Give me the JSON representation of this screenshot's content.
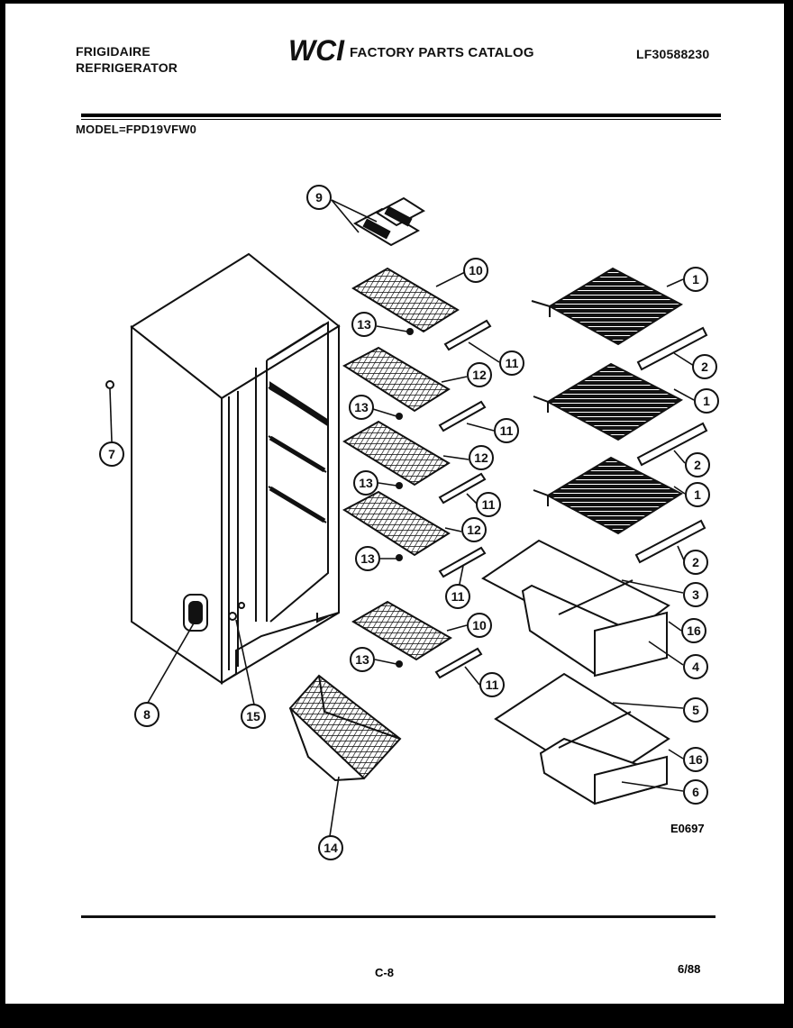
{
  "header": {
    "brand_line1": "FRIGIDAIRE",
    "brand_line2": "REFRIGERATOR",
    "logo_text": "WCI",
    "catalog_title": "FACTORY PARTS CATALOG",
    "catalog_number": "LF30588230",
    "model": "MODEL=FPD19VFW0"
  },
  "diagram": {
    "code": "E0697",
    "callouts": [
      {
        "id": "callout-9",
        "label": "9"
      },
      {
        "id": "callout-10-top",
        "label": "10"
      },
      {
        "id": "callout-13-a",
        "label": "13"
      },
      {
        "id": "callout-11-a",
        "label": "11"
      },
      {
        "id": "callout-12-a",
        "label": "12"
      },
      {
        "id": "callout-13-b",
        "label": "13"
      },
      {
        "id": "callout-11-b",
        "label": "11"
      },
      {
        "id": "callout-12-b",
        "label": "12"
      },
      {
        "id": "callout-13-c",
        "label": "13"
      },
      {
        "id": "callout-11-c",
        "label": "11"
      },
      {
        "id": "callout-12-c",
        "label": "12"
      },
      {
        "id": "callout-13-d",
        "label": "13"
      },
      {
        "id": "callout-11-d",
        "label": "11"
      },
      {
        "id": "callout-10-bottom",
        "label": "10"
      },
      {
        "id": "callout-13-e",
        "label": "13"
      },
      {
        "id": "callout-11-e",
        "label": "11"
      },
      {
        "id": "callout-1-a",
        "label": "1"
      },
      {
        "id": "callout-2-a",
        "label": "2"
      },
      {
        "id": "callout-1-b",
        "label": "1"
      },
      {
        "id": "callout-2-b",
        "label": "2"
      },
      {
        "id": "callout-1-c",
        "label": "1"
      },
      {
        "id": "callout-2-c",
        "label": "2"
      },
      {
        "id": "callout-3",
        "label": "3"
      },
      {
        "id": "callout-16-a",
        "label": "16"
      },
      {
        "id": "callout-4",
        "label": "4"
      },
      {
        "id": "callout-5",
        "label": "5"
      },
      {
        "id": "callout-16-b",
        "label": "16"
      },
      {
        "id": "callout-6",
        "label": "6"
      },
      {
        "id": "callout-7",
        "label": "7"
      },
      {
        "id": "callout-8",
        "label": "8"
      },
      {
        "id": "callout-15",
        "label": "15"
      },
      {
        "id": "callout-14",
        "label": "14"
      }
    ]
  },
  "footer": {
    "page_code": "C-8",
    "date": "6/88"
  }
}
